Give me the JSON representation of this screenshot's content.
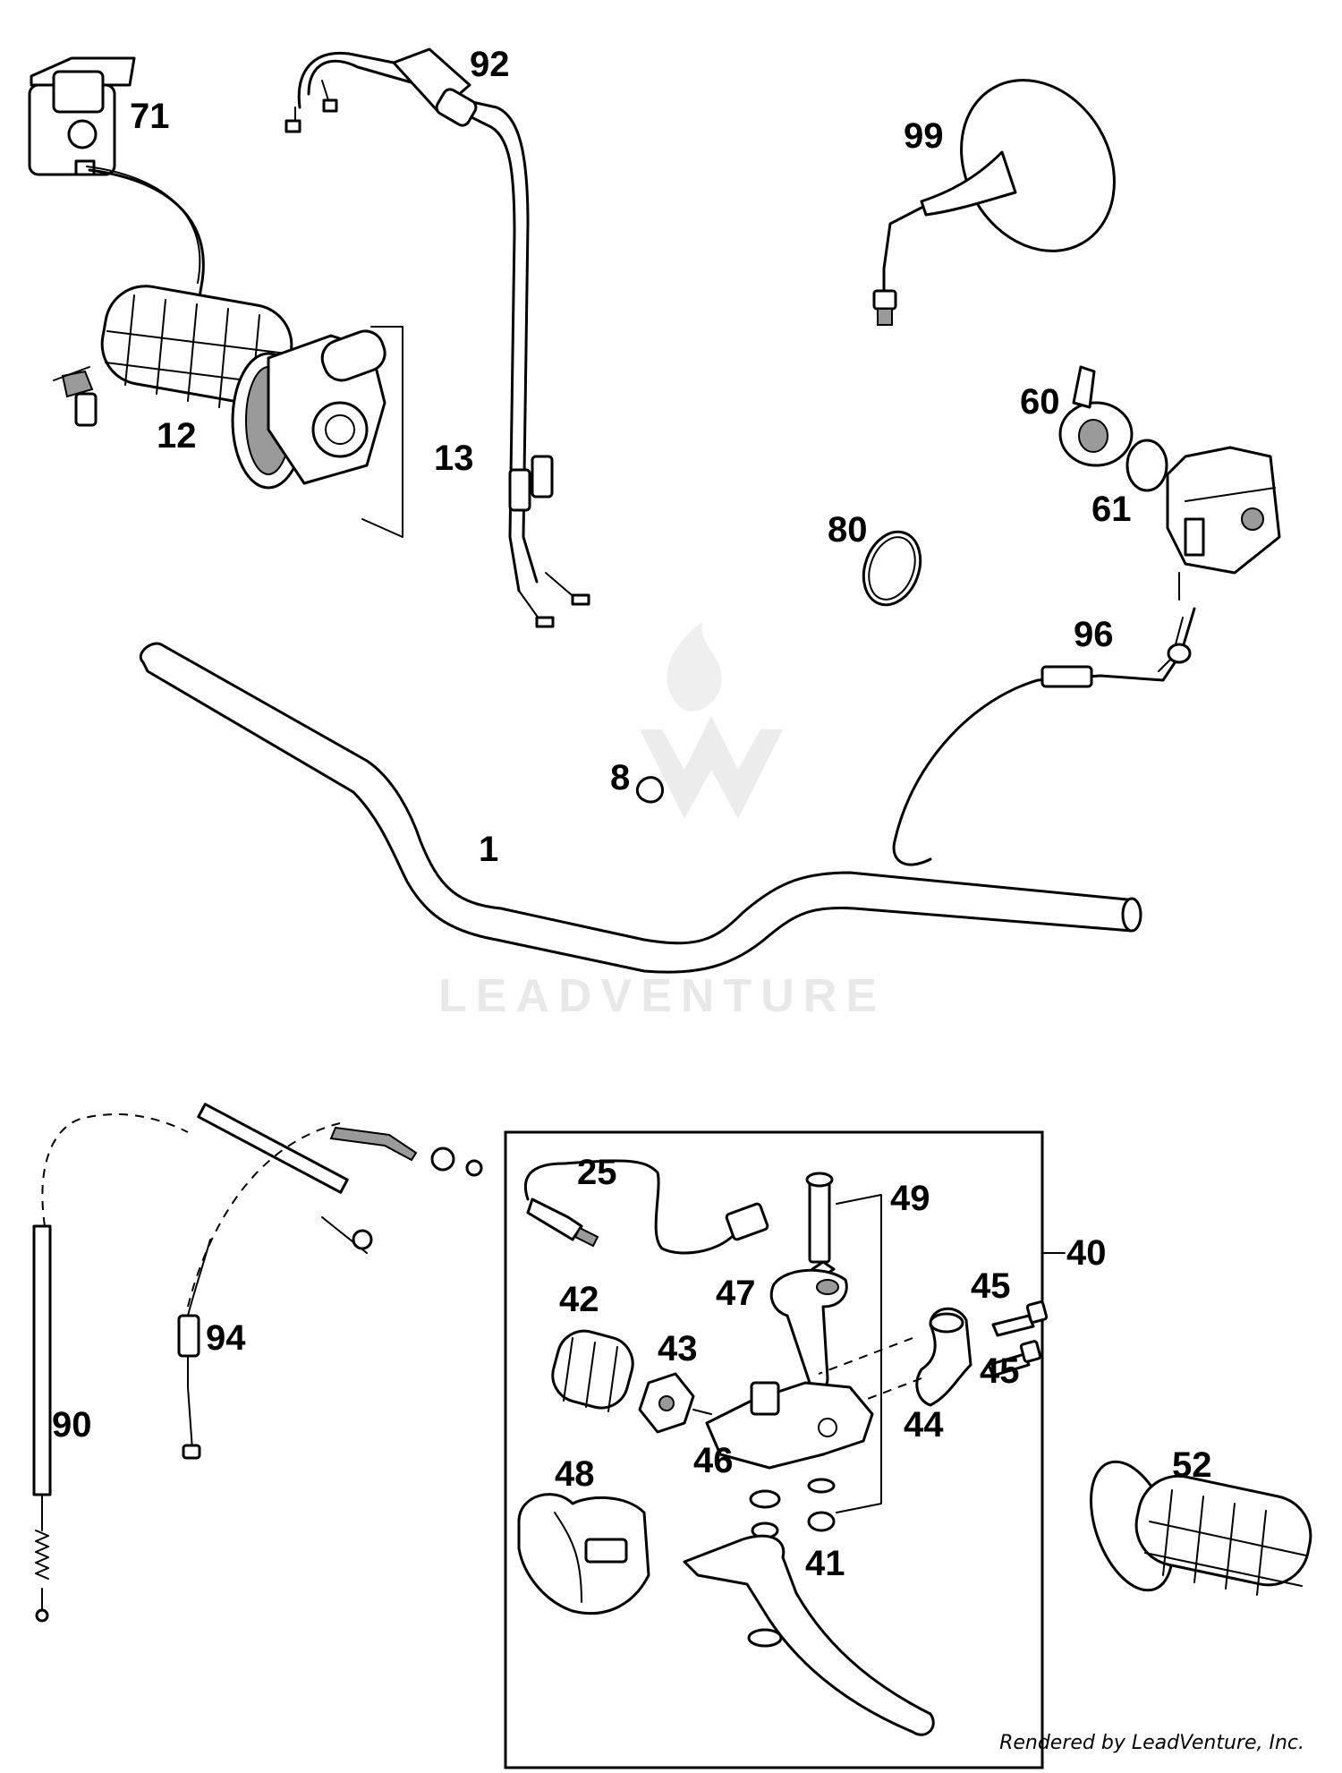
{
  "watermark": {
    "brand": "LEADVENTURE"
  },
  "credit": "Rendered by LeadVenture, Inc.",
  "labels": {
    "p1": "1",
    "p8": "8",
    "p12": "12",
    "p13": "13",
    "p25": "25",
    "p40": "40",
    "p41": "41",
    "p42": "42",
    "p43": "43",
    "p44": "44",
    "p45a": "45",
    "p45b": "45",
    "p46": "46",
    "p47": "47",
    "p48": "48",
    "p49": "49",
    "p52": "52",
    "p60": "60",
    "p61": "61",
    "p71": "71",
    "p80": "80",
    "p90": "90",
    "p92": "92",
    "p94": "94",
    "p96": "96",
    "p99": "99"
  }
}
